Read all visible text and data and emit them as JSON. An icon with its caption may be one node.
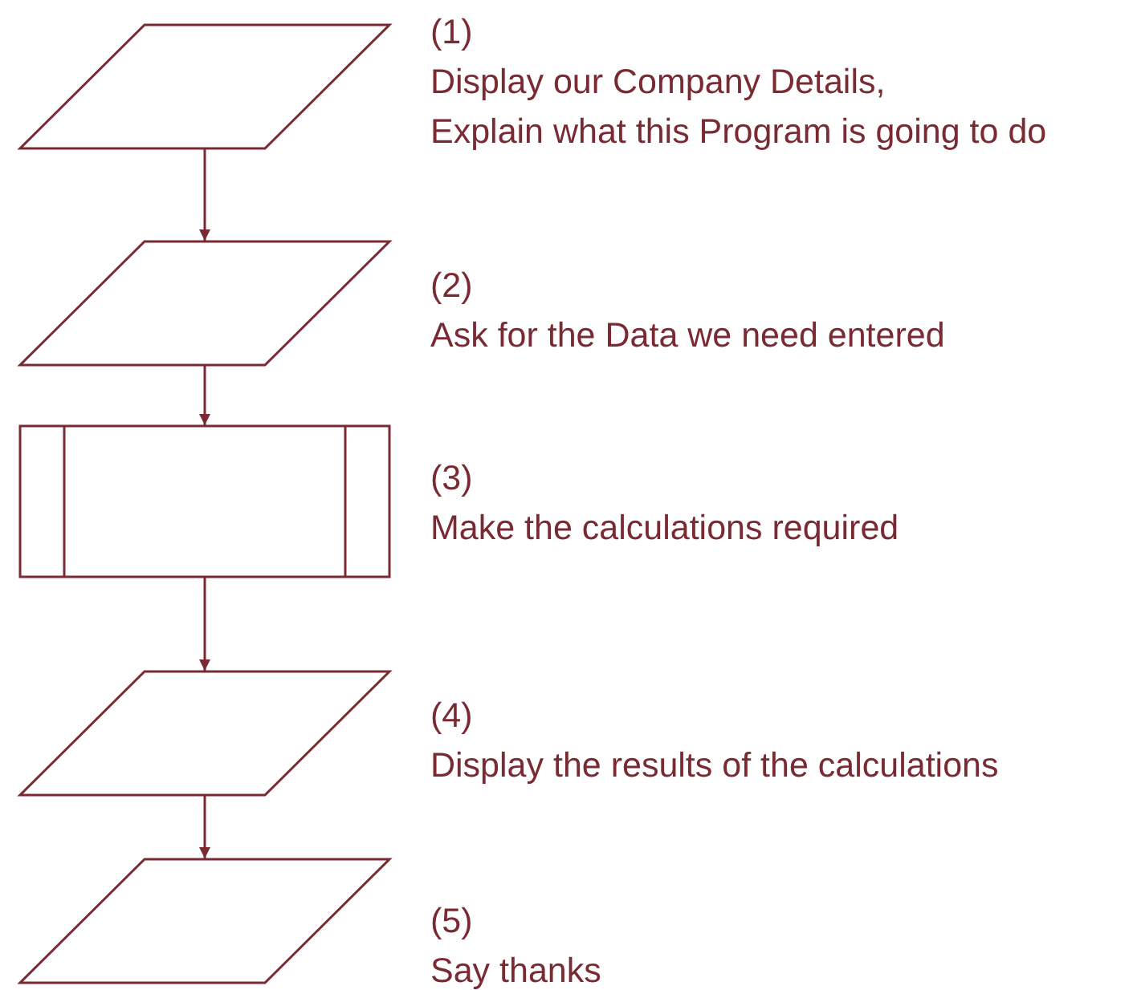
{
  "diagram": {
    "nodes": [
      {
        "text": [],
        "shape": "parallelogram",
        "beside": [
          "(1)",
          "Display our Company Details,",
          "Explain what this Program is going to do"
        ]
      },
      {
        "text": [],
        "shape": "parallelogram",
        "beside": [
          "(2)",
          "Ask for the Data we need entered"
        ]
      },
      {
        "text": [],
        "shape": "box",
        "beside": [
          "(3)",
          "Make the calculations required"
        ]
      },
      {
        "text": [],
        "shape": "parallelogram",
        "beside": [
          "(4)",
          "Display the results of the calculations"
        ]
      },
      {
        "text": [],
        "shape": "parallelogram",
        "beside": [
          "(5)",
          "Say thanks"
        ]
      }
    ],
    "edges": [
      {
        "from": 0,
        "to": 1,
        "arrow": "to"
      },
      {
        "from": 1,
        "to": 2,
        "arrow": "to"
      },
      {
        "from": 2,
        "to": 3,
        "arrow": "to"
      },
      {
        "from": 3,
        "to": 4,
        "arrow": "to"
      }
    ]
  }
}
